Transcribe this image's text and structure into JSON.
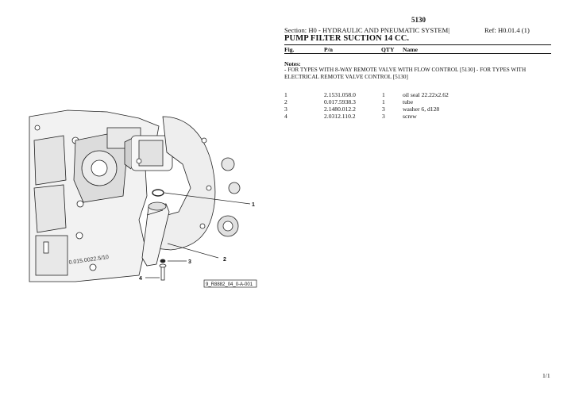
{
  "header": {
    "model": "5130",
    "section": "Section: H0 - HYDRAULIC AND PNEUMATIC SYSTEM|",
    "ref": "Ref: H0.01.4 (1)",
    "title": "PUMP FILTER SUCTION 14 CC."
  },
  "table": {
    "columns": [
      "Fig.",
      "P/n",
      "QTY",
      "Name"
    ],
    "rows": [
      {
        "fig": "1",
        "pn": "2.1531.058.0",
        "qty": "1",
        "name": "oil seal 22.22x2.62"
      },
      {
        "fig": "2",
        "pn": "0.017.5938.3",
        "qty": "1",
        "name": "tube"
      },
      {
        "fig": "3",
        "pn": "2.1480.012.2",
        "qty": "3",
        "name": "washer 6, d128"
      },
      {
        "fig": "4",
        "pn": "2.0312.110.2",
        "qty": "3",
        "name": "screw"
      }
    ]
  },
  "notes": {
    "heading": "Notes:",
    "text": "- FOR TYPES WITH 8-WAY REMOTE VALVE WITH FLOW CONTROL [5130]     - FOR TYPES WITH ELECTRICAL REMOTE VALVE CONTROL [5130]"
  },
  "figure": {
    "callouts": [
      "1",
      "2",
      "3",
      "4"
    ],
    "drawing_code": "9_R8882_04_0-A-001",
    "part_marking": "0.015.0022.5/10"
  },
  "footer": {
    "page": "1/1"
  }
}
